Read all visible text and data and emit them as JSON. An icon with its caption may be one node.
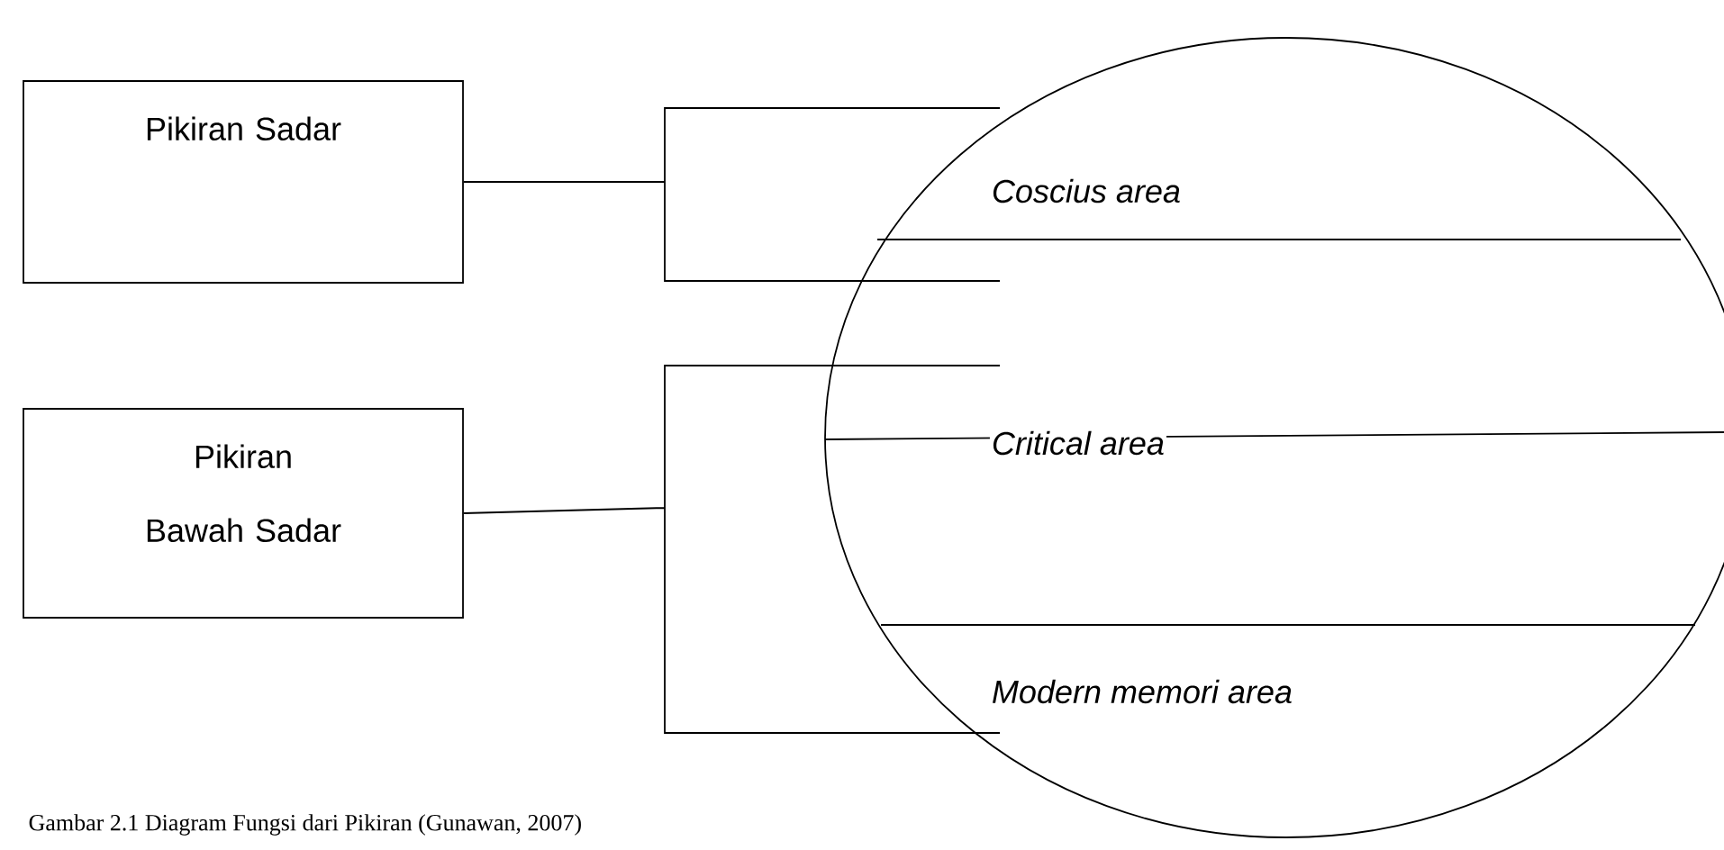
{
  "diagram": {
    "caption": "Gambar 2.1 Diagram Fungsi dari Pikiran (Gunawan, 2007)",
    "nodes": [
      {
        "text": [
          "Pikiran Sadar"
        ]
      },
      {
        "text": [
          "Pikiran Bawah Sadar"
        ]
      },
      {
        "text": [],
        "shape": "circle"
      },
      {
        "text": [
          "Coscius area"
        ],
        "in": 2
      },
      {
        "text": [
          "Critical area"
        ],
        "in": 2
      },
      {
        "text": [
          "Modern memori area"
        ],
        "in": 2
      }
    ],
    "edges": [
      {
        "from": 0,
        "to": 2,
        "arrow": "none"
      },
      {
        "from": 1,
        "to": 2,
        "arrow": "none"
      }
    ]
  }
}
